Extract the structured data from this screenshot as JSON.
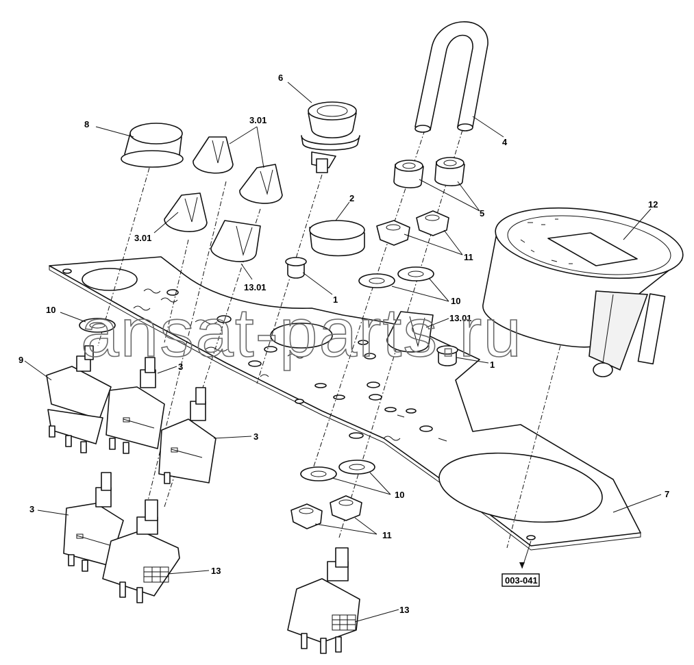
{
  "diagram": {
    "callouts": [
      {
        "id": "c8",
        "text": "8"
      },
      {
        "id": "c301a",
        "text": "3.01"
      },
      {
        "id": "c301b",
        "text": "3.01"
      },
      {
        "id": "c6",
        "text": "6"
      },
      {
        "id": "c4",
        "text": "4"
      },
      {
        "id": "c2",
        "text": "2"
      },
      {
        "id": "c5",
        "text": "5"
      },
      {
        "id": "c12",
        "text": "12"
      },
      {
        "id": "c11a",
        "text": "11"
      },
      {
        "id": "c1a",
        "text": "1"
      },
      {
        "id": "c1301a",
        "text": "13.01"
      },
      {
        "id": "c10a",
        "text": "10"
      },
      {
        "id": "c1301b",
        "text": "13.01"
      },
      {
        "id": "c10b",
        "text": "10"
      },
      {
        "id": "c1b",
        "text": "1"
      },
      {
        "id": "c9",
        "text": "9"
      },
      {
        "id": "c3a",
        "text": "3"
      },
      {
        "id": "c3b",
        "text": "3"
      },
      {
        "id": "c3c",
        "text": "3"
      },
      {
        "id": "c7",
        "text": "7"
      },
      {
        "id": "c10c",
        "text": "10"
      },
      {
        "id": "c11b",
        "text": "11"
      },
      {
        "id": "c13a",
        "text": "13"
      },
      {
        "id": "c13b",
        "text": "13"
      }
    ],
    "reference_box": "003-041",
    "watermark": "ansat-parts.ru"
  }
}
